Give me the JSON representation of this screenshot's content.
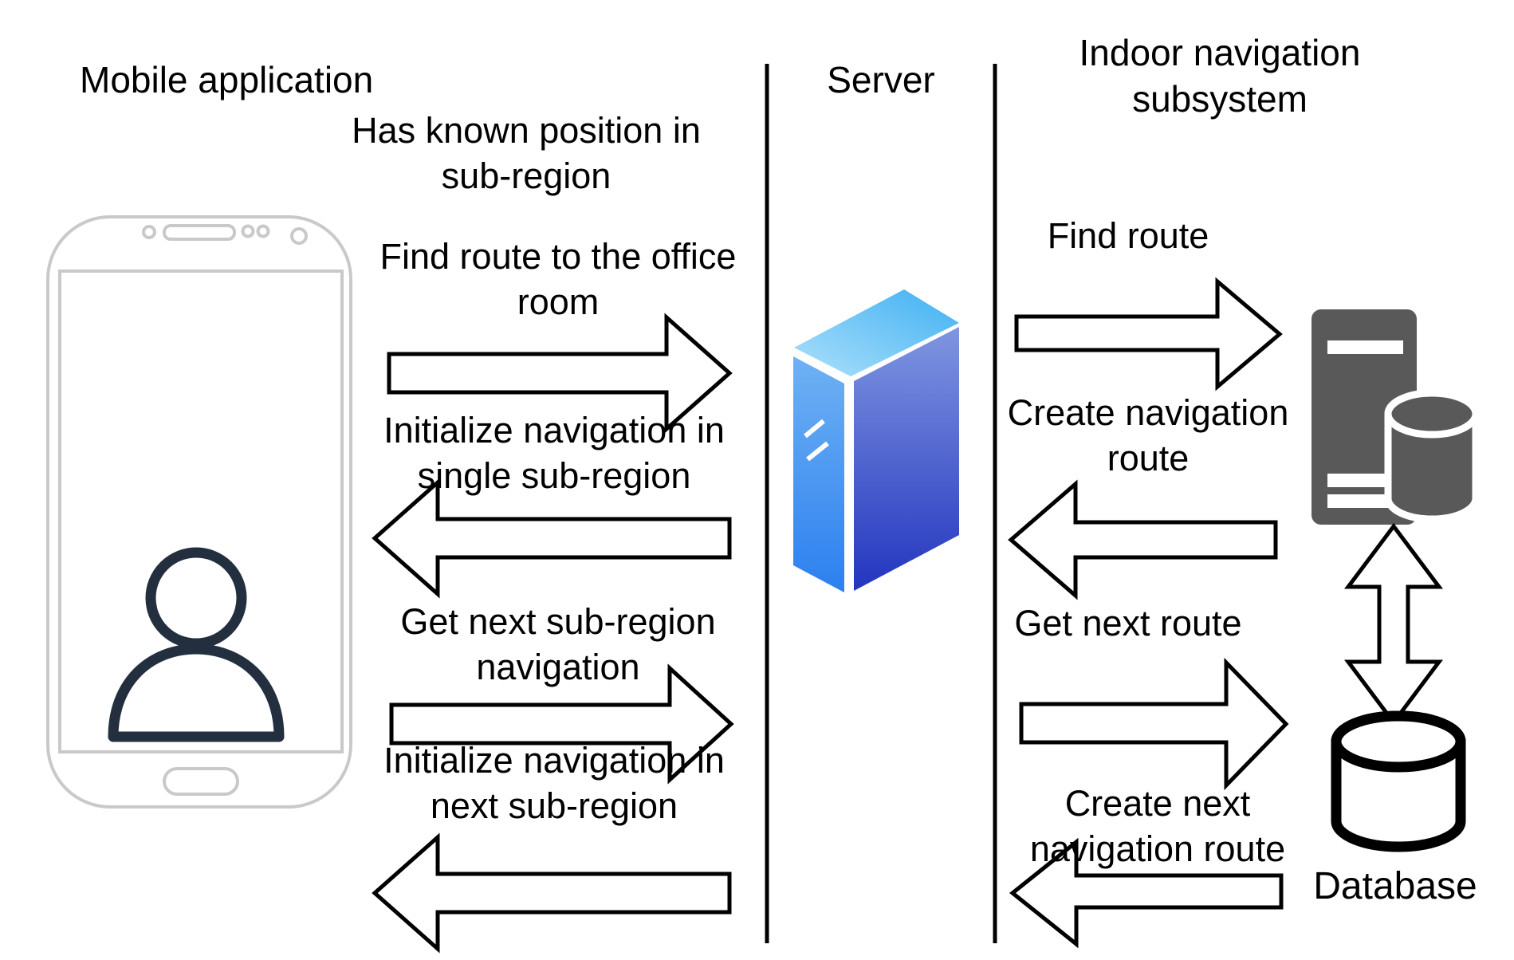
{
  "lanes": {
    "mobile": {
      "title": "Mobile application"
    },
    "server": {
      "title": "Server"
    },
    "subsystem": {
      "title": {
        "line1": "Indoor navigation",
        "line2": "subsystem"
      }
    }
  },
  "mobile_server_flow": {
    "precondition": {
      "line1": "Has known position in",
      "line2": "sub-region"
    },
    "messages": [
      {
        "line1": "Find route to the office",
        "line2": "room",
        "direction": "right"
      },
      {
        "line1": "Initialize navigation in",
        "line2": "single sub-region",
        "direction": "left"
      },
      {
        "line1": "Get next sub-region",
        "line2": "navigation",
        "direction": "right"
      },
      {
        "line1": "Initialize navigation in",
        "line2": "next sub-region",
        "direction": "left"
      }
    ]
  },
  "server_subsystem_flow": {
    "messages": [
      {
        "line1": "Find route",
        "line2": "",
        "direction": "right"
      },
      {
        "line1": "Create navigation",
        "line2": "route",
        "direction": "left"
      },
      {
        "line1": "Get next route",
        "line2": "",
        "direction": "right"
      },
      {
        "line1": "Create next",
        "line2": "navigation route",
        "direction": "left"
      }
    ]
  },
  "database": {
    "label": "Database"
  },
  "icons": {
    "mobile": "smartphone-with-user-icon",
    "server": "blue-server-box-icon",
    "subsystem": "server-tower-with-database-icon",
    "sync": "double-vertical-arrow-icon",
    "database": "database-cylinder-icon"
  },
  "colors": {
    "arrow_stroke": "#000000",
    "arrow_fill": "#ffffff",
    "lifeline": "#000000",
    "phone_outline": "#c9c9c9",
    "person_navy": "#232f3e",
    "icon_gray": "#595959",
    "server_top_light": "#ace0fb",
    "server_top_dark": "#3fb0f2",
    "server_left_light": "#6fb1f3",
    "server_left_dark": "#2c80ef",
    "server_right_light": "#8096e0",
    "server_right_dark": "#2335bf"
  }
}
